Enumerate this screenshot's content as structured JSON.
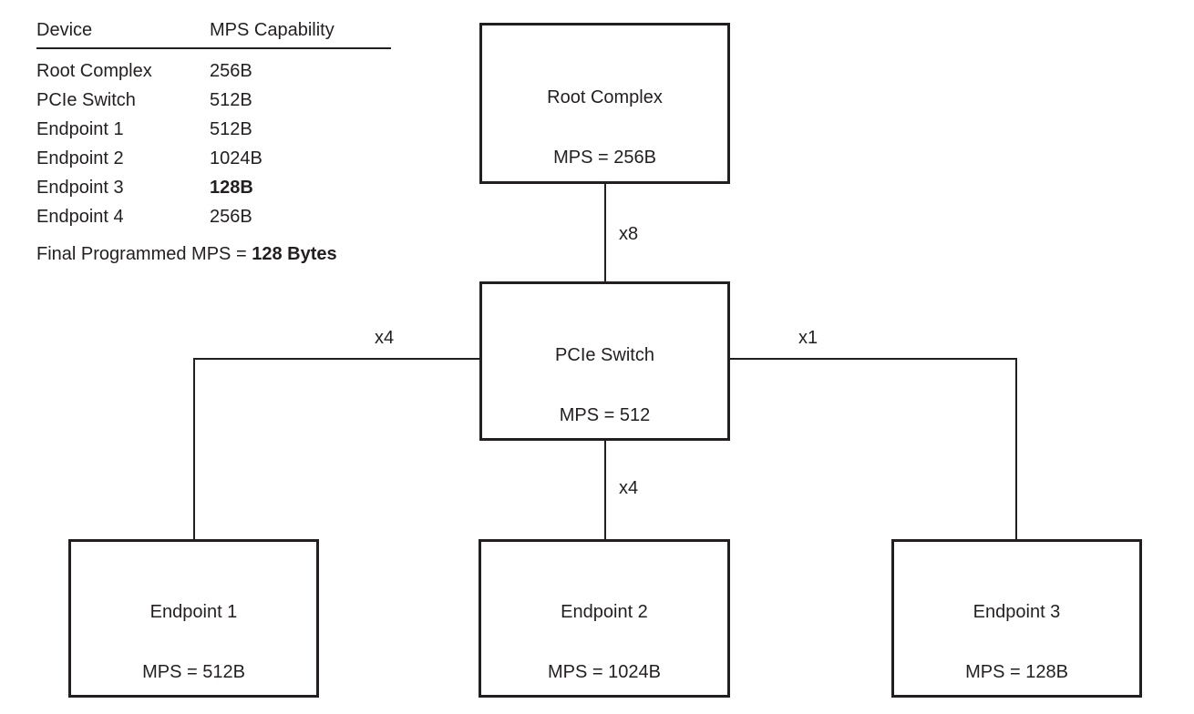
{
  "colors": {
    "background": "#ffffff",
    "ink": "#231f20"
  },
  "capability_table": {
    "headers": [
      "Device",
      "MPS Capability"
    ],
    "rows": [
      {
        "device": "Root Complex",
        "capability": "256B",
        "bold": false
      },
      {
        "device": "PCIe Switch",
        "capability": "512B",
        "bold": false
      },
      {
        "device": "Endpoint 1",
        "capability": "512B",
        "bold": false
      },
      {
        "device": "Endpoint 2",
        "capability": "1024B",
        "bold": false
      },
      {
        "device": "Endpoint 3",
        "capability": "128B",
        "bold": true
      },
      {
        "device": "Endpoint 4",
        "capability": "256B",
        "bold": false
      }
    ],
    "footer": {
      "prefix": "Final Programmed MPS = ",
      "value": "128 Bytes"
    }
  },
  "nodes": [
    {
      "id": "root-complex",
      "name": "Root Complex",
      "mps": "MPS = 256B"
    },
    {
      "id": "pcie-switch",
      "name": "PCIe Switch",
      "mps": "MPS = 512"
    },
    {
      "id": "endpoint-1",
      "name": "Endpoint 1",
      "mps": "MPS = 512B"
    },
    {
      "id": "endpoint-2",
      "name": "Endpoint 2",
      "mps": "MPS = 1024B"
    },
    {
      "id": "endpoint-3",
      "name": "Endpoint 3",
      "mps": "MPS = 128B"
    }
  ],
  "links": [
    {
      "from": "root-complex",
      "to": "pcie-switch",
      "label": "x8"
    },
    {
      "from": "pcie-switch",
      "to": "endpoint-1",
      "label": "x4"
    },
    {
      "from": "pcie-switch",
      "to": "endpoint-2",
      "label": "x4"
    },
    {
      "from": "pcie-switch",
      "to": "endpoint-3",
      "label": "x1"
    }
  ]
}
